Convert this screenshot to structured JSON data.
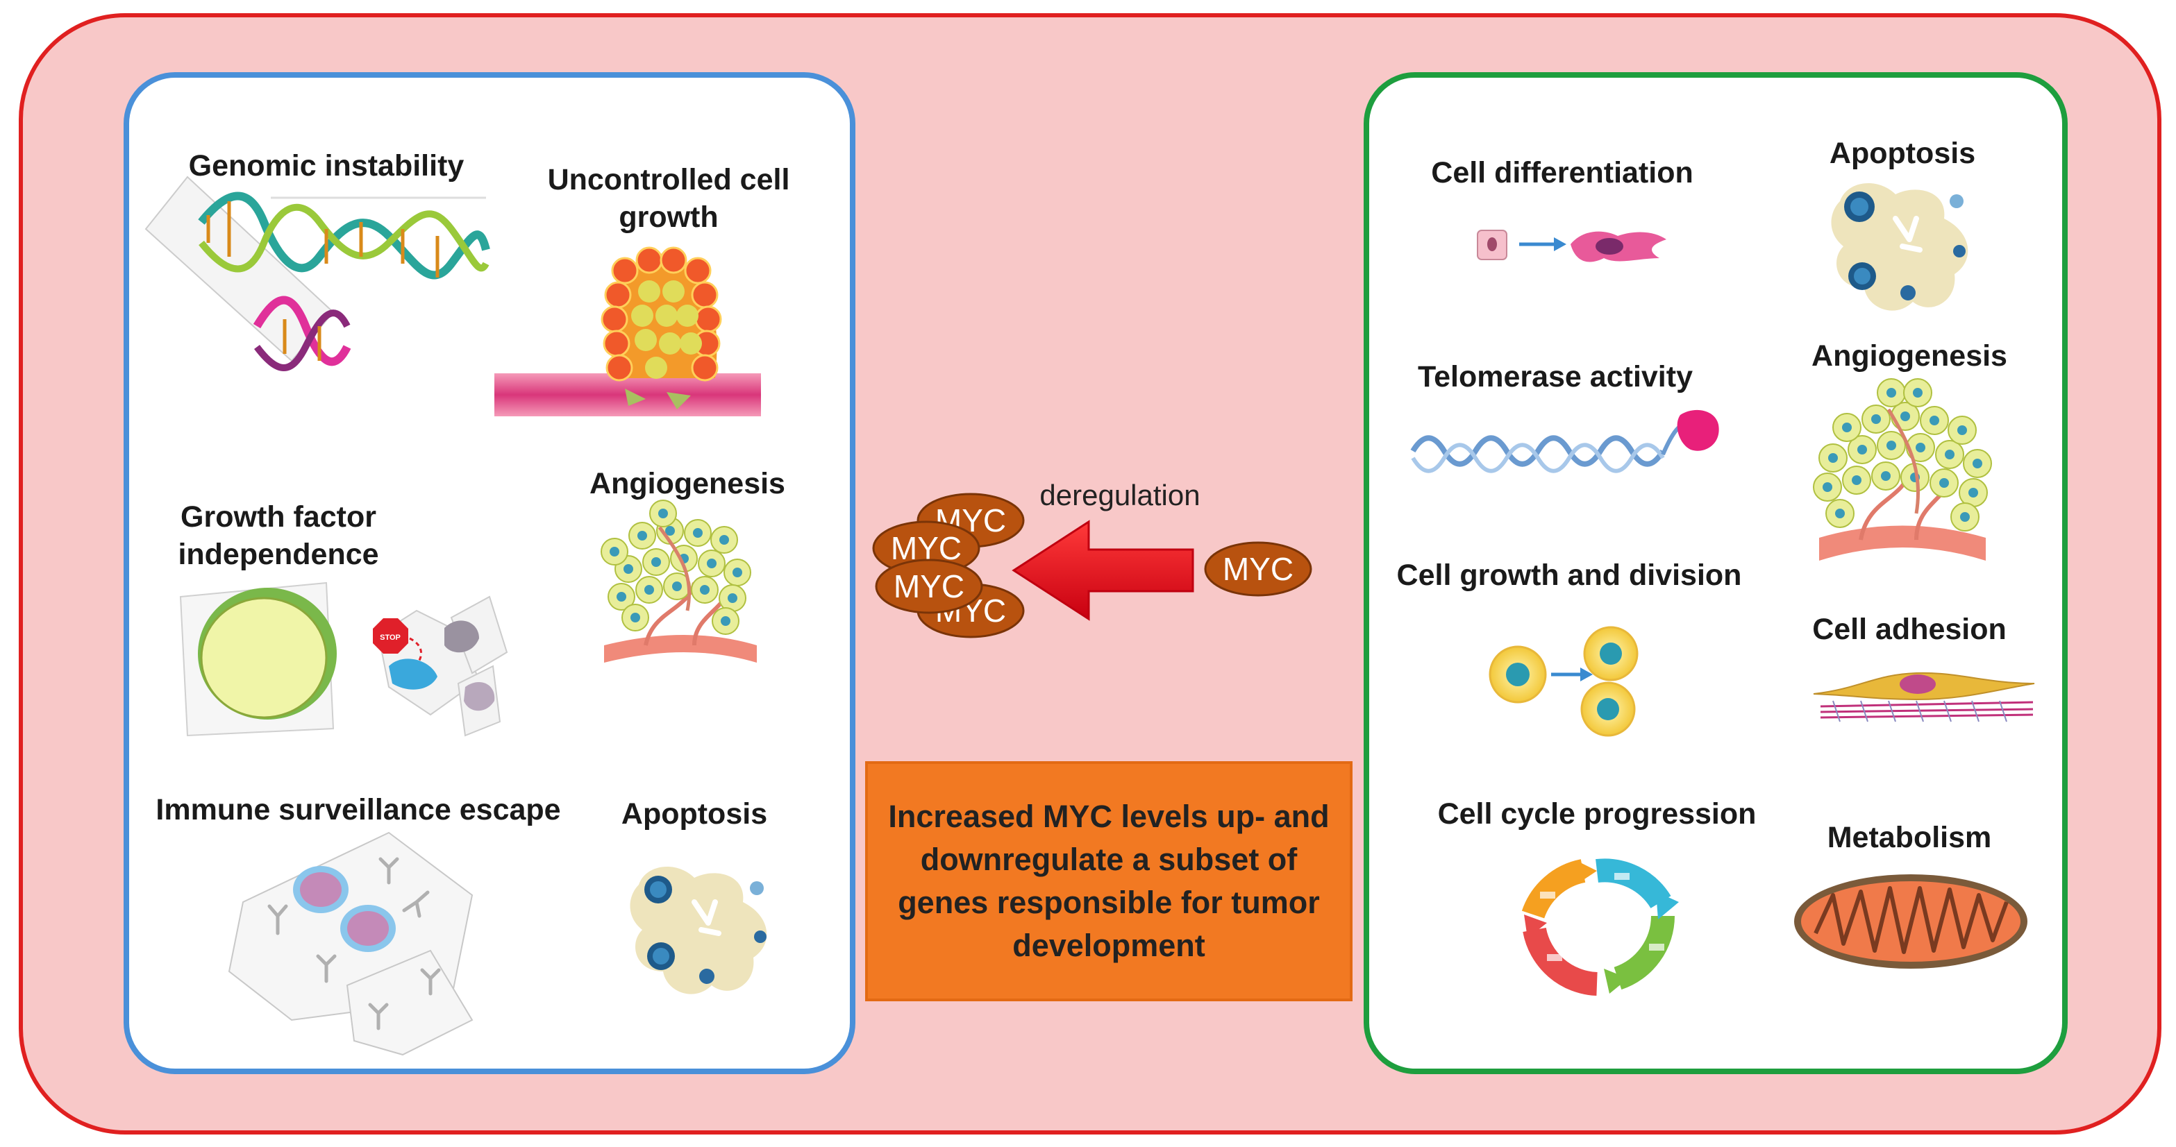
{
  "left_panel": {
    "labels": {
      "genomic_instability": "Genomic instability",
      "uncontrolled_growth": "Uncontrolled cell growth",
      "growth_factor": "Growth factor independence",
      "angiogenesis": "Angiogenesis",
      "immune_escape": "Immune surveillance escape",
      "apoptosis": "Apoptosis"
    },
    "border_color": "#4a90d9"
  },
  "right_panel": {
    "labels": {
      "cell_differentiation": "Cell differentiation",
      "apoptosis": "Apoptosis",
      "telomerase": "Telomerase activity",
      "angiogenesis": "Angiogenesis",
      "growth_division": "Cell growth and division",
      "cell_adhesion": "Cell adhesion",
      "cell_cycle": "Cell cycle progression",
      "metabolism": "Metabolism"
    },
    "border_color": "#1e9e3e"
  },
  "center": {
    "myc_label": "MYC",
    "arrow_label": "deregulation",
    "summary": "Increased MYC levels up- and downregulate a subset of genes responsible for tumor development"
  },
  "colors": {
    "outer_fill": "#f8c8c8",
    "outer_border": "#e02020",
    "myc_fill": "#b8520f",
    "arrow_red": "#e8101a",
    "summary_box": "#f27922"
  },
  "icons": [
    "dna-helix-icon",
    "tumor-growth-icon",
    "angiogenesis-icon",
    "cell-stop-icon",
    "immune-cells-icon",
    "apoptosis-icon",
    "cell-differentiation-icon",
    "telomere-icon",
    "cell-division-icon",
    "cell-adhesion-icon",
    "cell-cycle-icon",
    "mitochondrion-icon"
  ]
}
